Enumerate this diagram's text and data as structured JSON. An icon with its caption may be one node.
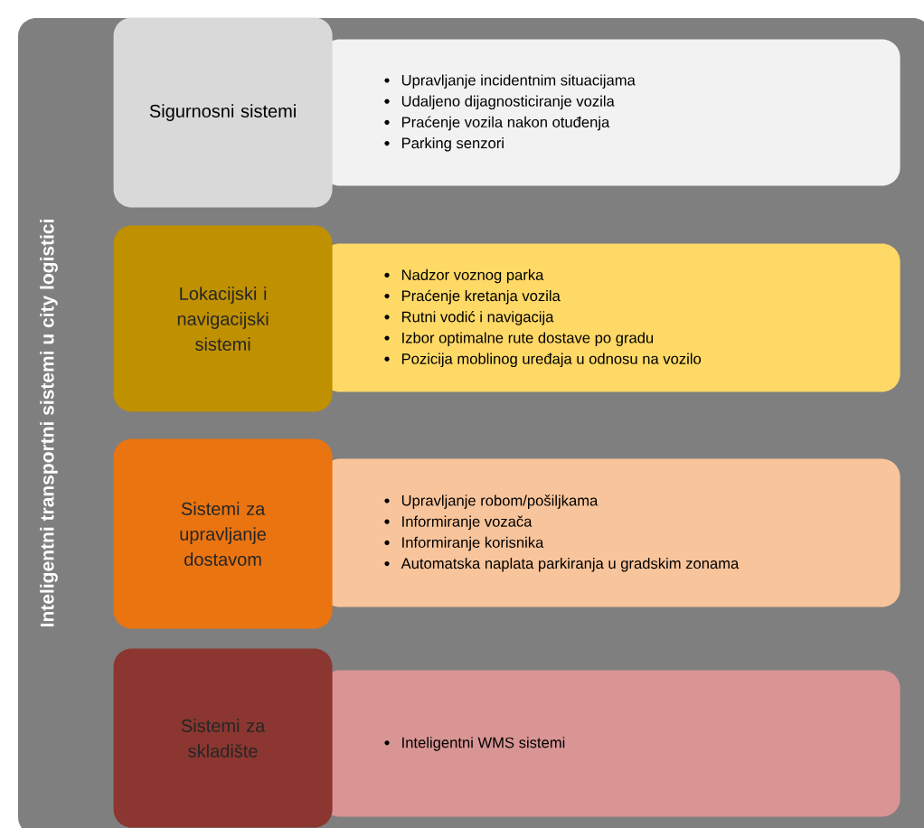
{
  "diagram": {
    "nodes": [
      {
        "text": [
          "Inteligentni transportni sistemi u city logistici"
        ]
      },
      {
        "text": [
          "Sigurnosni sistemi"
        ],
        "in": 0
      },
      {
        "text": [
          "Upravljanje incidentnim situacijama",
          "Udaljeno dijagnosticiranje vozila",
          "Praćenje vozila nakon otuđenja",
          "Parking senzori"
        ],
        "in": 0
      },
      {
        "text": [
          "Lokacijski i navigacijski sistemi"
        ],
        "in": 0
      },
      {
        "text": [
          "Nadzor voznog parka",
          "Praćenje kretanja vozila",
          "Rutni vodić i navigacija",
          "Izbor optimalne rute dostave po gradu",
          "Pozicija moblinog uređaja u odnosu na vozilo"
        ],
        "in": 0
      },
      {
        "text": [
          "Sistemi za upravljanje dostavom"
        ],
        "in": 0
      },
      {
        "text": [
          "Upravljanje robom/pošiljkama",
          "Informiranje vozača",
          "Informiranje korisnika",
          "Automatska naplata parkiranja u gradskim zonama"
        ],
        "in": 0
      },
      {
        "text": [
          "Sistemi za skladište"
        ],
        "in": 0
      },
      {
        "text": [
          "Inteligentni WMS sistemi"
        ],
        "in": 0
      }
    ]
  }
}
